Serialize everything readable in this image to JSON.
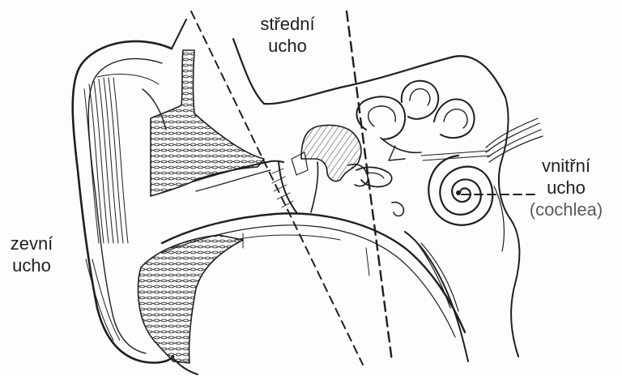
{
  "labels": {
    "middle_ear": {
      "line1": "střední",
      "line2": "ucho"
    },
    "outer_ear": {
      "line1": "zevní",
      "line2": "ucho"
    },
    "inner_ear": {
      "line1": "vnitřní",
      "line2": "ucho",
      "line3": "(cochlea)"
    }
  },
  "colors": {
    "ink": "#1f1f1f",
    "paper": "#fdfdfb"
  }
}
